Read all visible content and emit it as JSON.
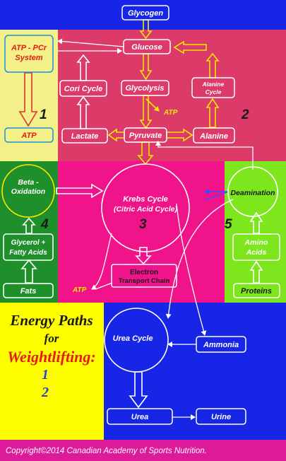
{
  "colors": {
    "blue": "#1726e6",
    "crimson": "#dc3b6a",
    "pale_yellow": "#f3f08a",
    "green": "#1f8f2c",
    "magenta": "#f0138a",
    "lime": "#7ee61c",
    "yellow": "#fffe00",
    "footer": "#dd1a9a",
    "box_stroke": "#ffffff",
    "arrow_fill": "#f4e800",
    "red_text": "#e81a0f"
  },
  "nodes": {
    "glycogen": "Glycogen",
    "atp_pcr": "ATP - PCr System",
    "glucose": "Glucose",
    "cori_cycle": "Cori Cycle",
    "glycolysis": "Glycolysis",
    "alanine_cycle": "Alanine Cycle",
    "atp_left": "ATP",
    "lactate": "Lactate",
    "pyruvate": "Pyruvate",
    "alanine": "Alanine",
    "beta_oxidation": "Beta - Oxidation",
    "krebs_cycle": "Krebs Cycle",
    "citric_acid": "(Citric Acid Cycle)",
    "deamination": "Deamination",
    "glycerol": "Glycerol + Fatty Acids",
    "amino_acids": "Amino Acids",
    "fats": "Fats",
    "electron_line1": "Electron",
    "electron_line2": "Transport Chain",
    "proteins": "Proteins",
    "urea_cycle": "Urea Cycle",
    "ammonia": "Ammonia",
    "urea": "Urea",
    "urine": "Urine",
    "atp_glycolysis": "ATP",
    "atp_etc": "ATP"
  },
  "zones": {
    "z1": "1",
    "z2": "2",
    "z3": "3",
    "z4": "4",
    "z5": "5"
  },
  "title": {
    "line1": "Energy Paths",
    "line2": "for",
    "line3": "Weightlifting:",
    "item1": "1",
    "item2": "2"
  },
  "footer": "Copyright©2014 Canadian Academy of Sports Nutrition."
}
